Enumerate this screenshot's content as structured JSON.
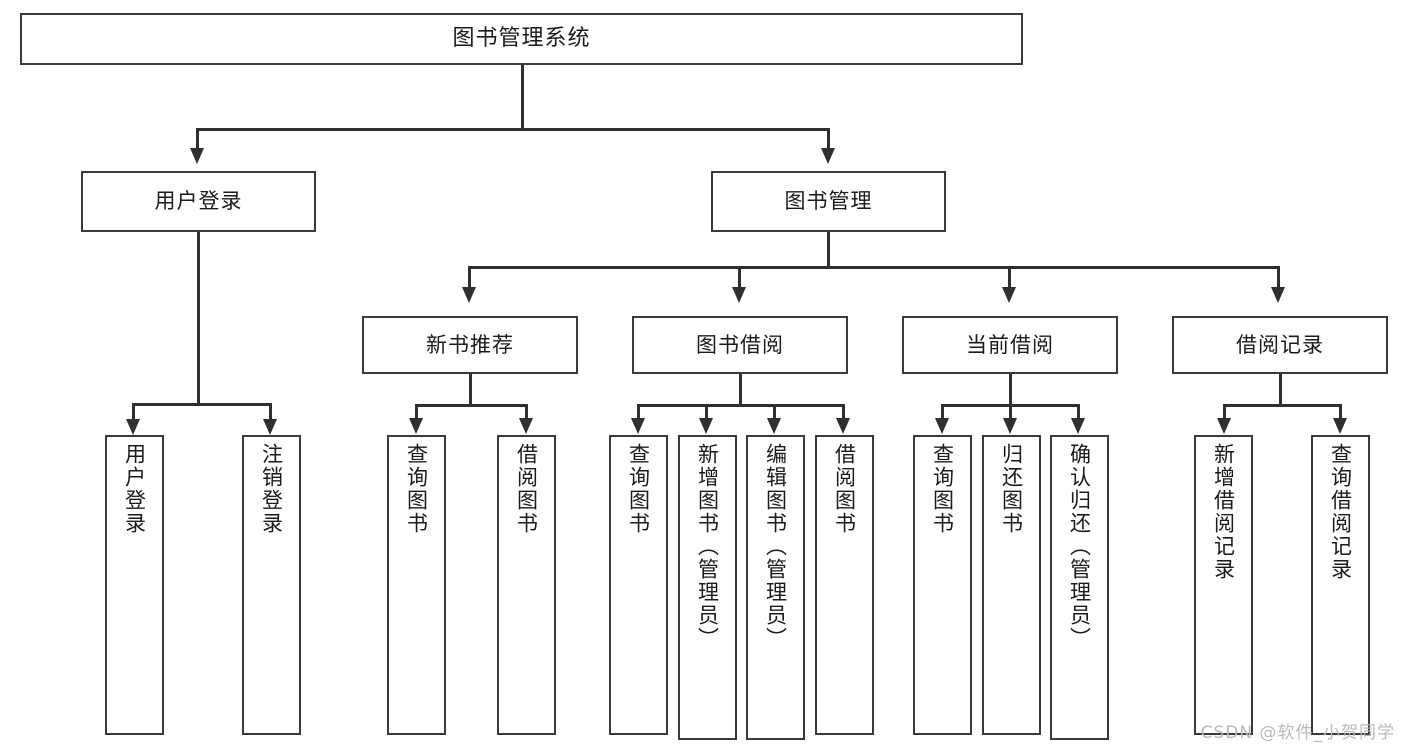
{
  "diagram": {
    "title": "图书管理系统",
    "type": "tree",
    "watermark": "CSDN @软件_小贺同学",
    "colors": {
      "box_border": "#3a3a3a",
      "connector": "#2f2f2f",
      "text": "#1b1b1b",
      "background": "#ffffff",
      "watermark": "#b9b9b9"
    },
    "root": {
      "label": "图书管理系统"
    },
    "level1": [
      {
        "label": "用户登录"
      },
      {
        "label": "图书管理"
      }
    ],
    "level2": [
      {
        "label": "新书推荐"
      },
      {
        "label": "图书借阅"
      },
      {
        "label": "当前借阅"
      },
      {
        "label": "借阅记录"
      }
    ],
    "leaves": {
      "user_login": [
        {
          "label": "用户登录"
        },
        {
          "label": "注销登录"
        }
      ],
      "new_book_recommend": [
        {
          "label": "查询图书"
        },
        {
          "label": "借阅图书"
        }
      ],
      "book_borrow": [
        {
          "label": "查询图书"
        },
        {
          "label": "新增图书（管理员）"
        },
        {
          "label": "编辑图书（管理员）"
        },
        {
          "label": "借阅图书"
        }
      ],
      "current_borrow": [
        {
          "label": "查询图书"
        },
        {
          "label": "归还图书"
        },
        {
          "label": "确认归还（管理员）"
        }
      ],
      "borrow_record": [
        {
          "label": "新增借阅记录"
        },
        {
          "label": "查询借阅记录"
        }
      ]
    }
  }
}
